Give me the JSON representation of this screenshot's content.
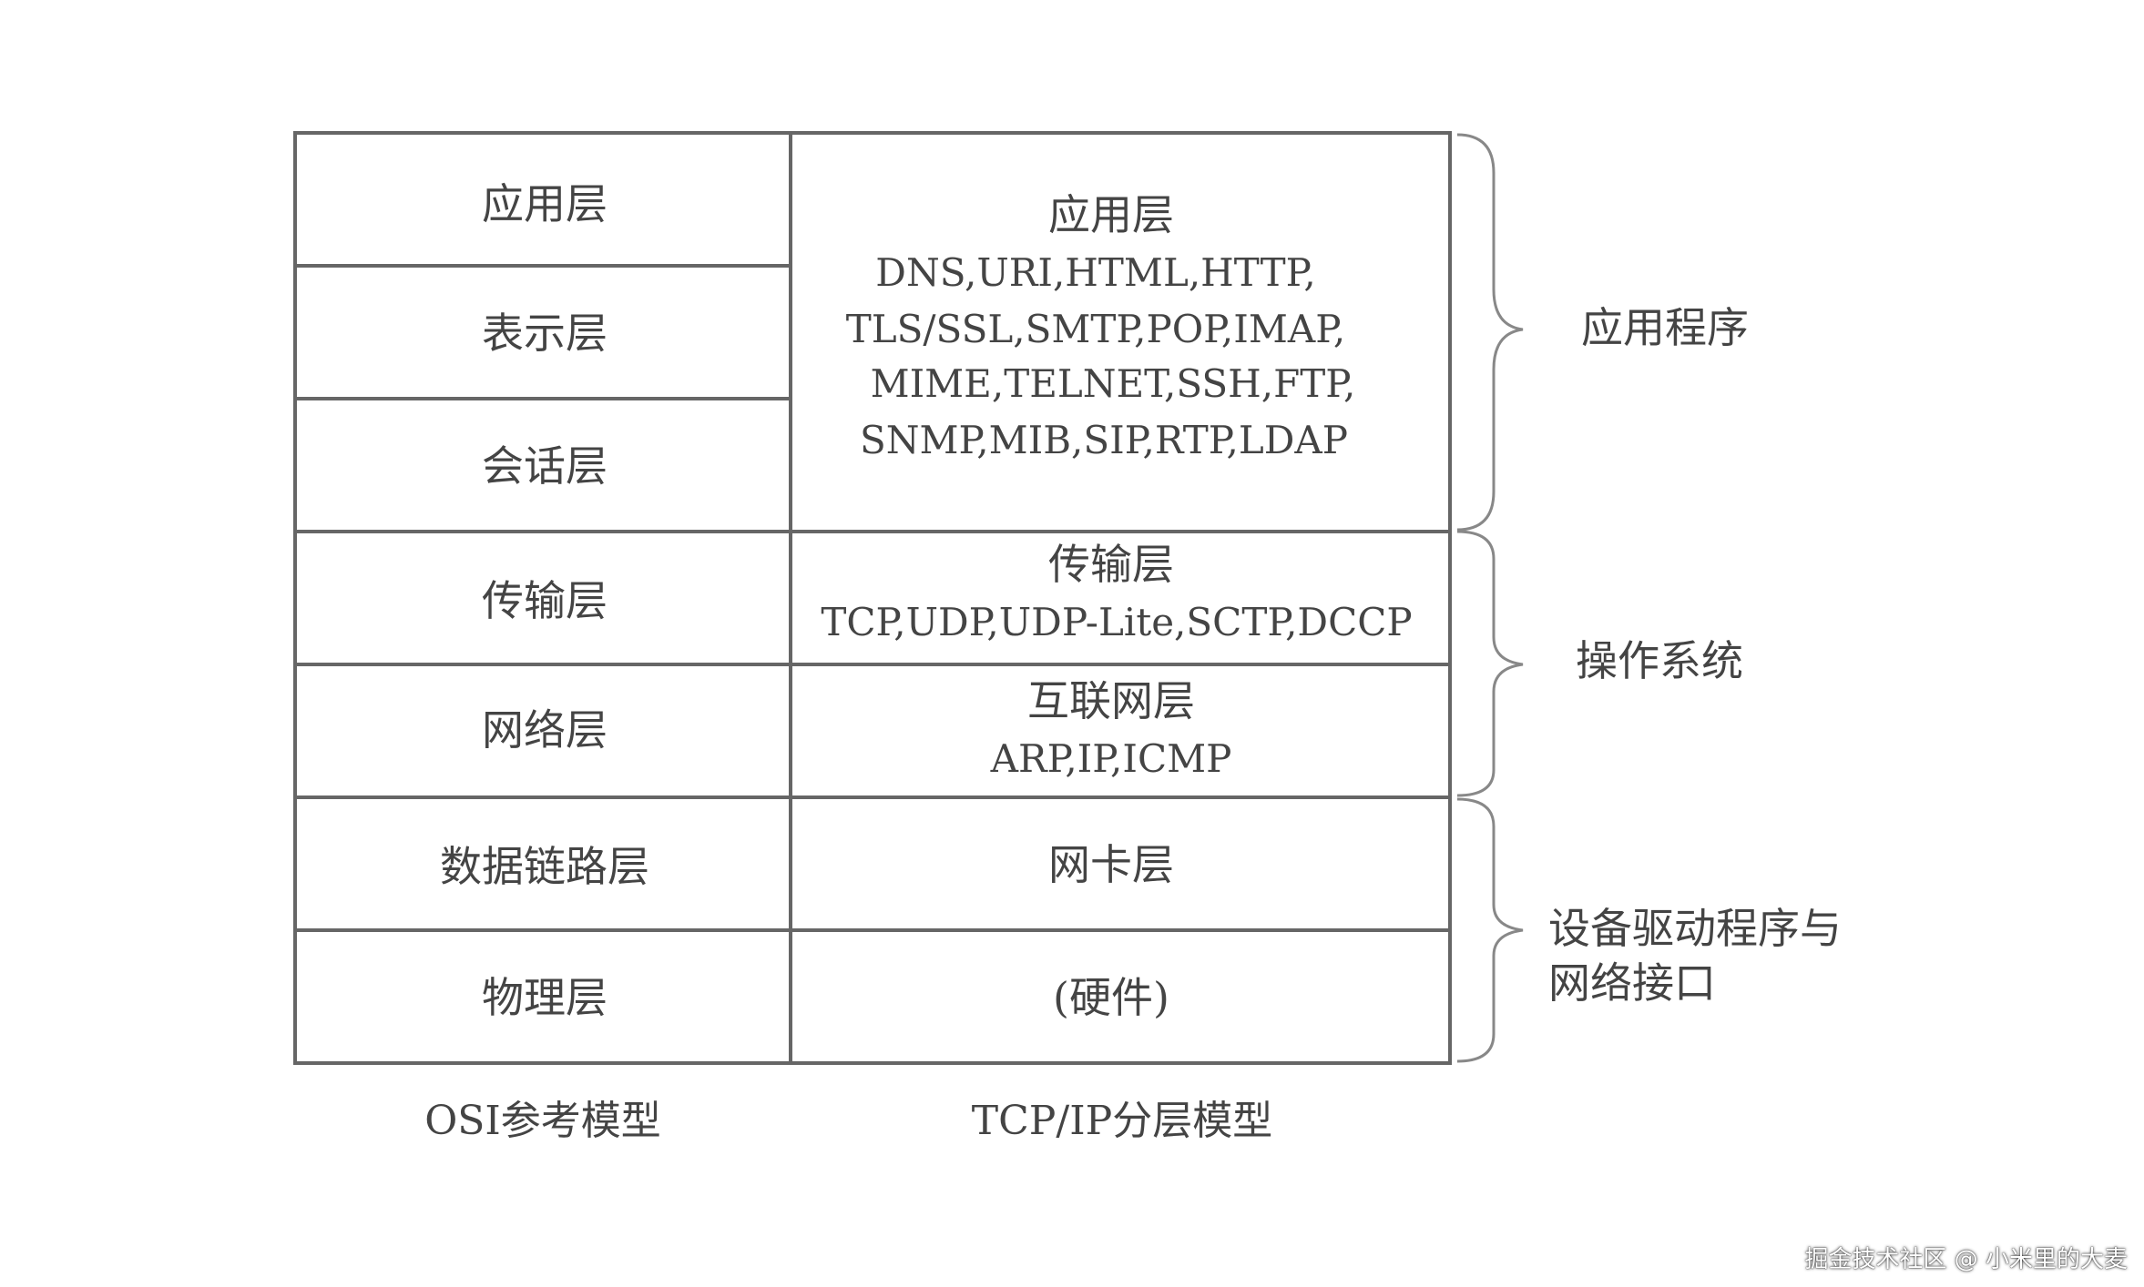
{
  "osi_layers": [
    "应用层",
    "表示层",
    "会话层",
    "传输层",
    "网络层",
    "数据链路层",
    "物理层"
  ],
  "tcpip_layers": [
    {
      "title": "应用层",
      "protocols": [
        "DNS,URI,HTML,HTTP,",
        "TLS/SSL,SMTP,POP,IMAP,",
        "MIME,TELNET,SSH,FTP,",
        "SNMP,MIB,SIP,RTP,LDAP"
      ]
    },
    {
      "title": "传输层",
      "protocols": [
        "TCP,UDP,UDP-Lite,SCTP,DCCP"
      ]
    },
    {
      "title": "互联网层",
      "protocols": [
        "ARP,IP,ICMP"
      ]
    },
    {
      "title": "网卡层",
      "protocols": []
    },
    {
      "title": "(硬件)",
      "protocols": []
    }
  ],
  "groups": [
    {
      "lines": [
        "应用程序"
      ]
    },
    {
      "lines": [
        "操作系统"
      ]
    },
    {
      "lines": [
        "设备驱动程序与",
        "网络接口"
      ]
    }
  ],
  "captions": {
    "osi": "OSI参考模型",
    "tcpip": "TCP/IP分层模型"
  },
  "watermark": "掘金技术社区 @ 小米里的大麦",
  "colors": {
    "border": "#666666",
    "text": "#444444",
    "background": "#ffffff"
  }
}
